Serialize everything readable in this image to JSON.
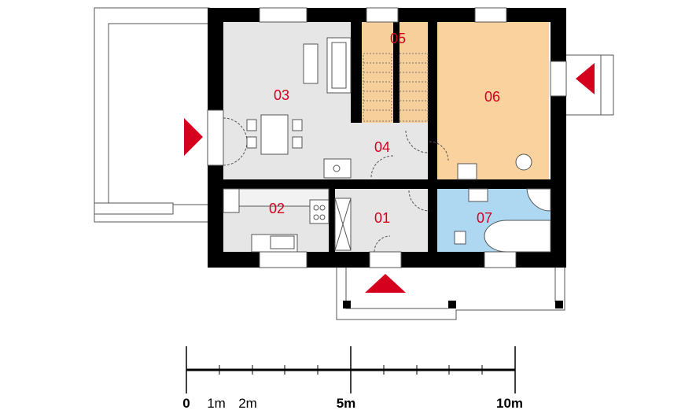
{
  "rooms": [
    {
      "label": "01"
    },
    {
      "label": "02"
    },
    {
      "label": "03"
    },
    {
      "label": "04"
    },
    {
      "label": "05"
    },
    {
      "label": "06"
    },
    {
      "label": "07"
    }
  ],
  "scale": {
    "labels": [
      "0",
      "1m",
      "2m",
      "5m",
      "10m"
    ]
  },
  "colors": {
    "wall": "#000000",
    "floor_gray": "#e6e6e6",
    "floor_stairs": "#f7cf9a",
    "floor_room06": "#f9d29d",
    "floor_bath": "#aed8f2",
    "entrance_marker": "#d4001e",
    "outline": "#555555"
  },
  "icons": [
    "entrance-arrow-icon",
    "stair-icon",
    "table-icon",
    "sofa-icon",
    "stove-icon",
    "sink-icon",
    "toilet-icon",
    "bathtub-icon"
  ]
}
